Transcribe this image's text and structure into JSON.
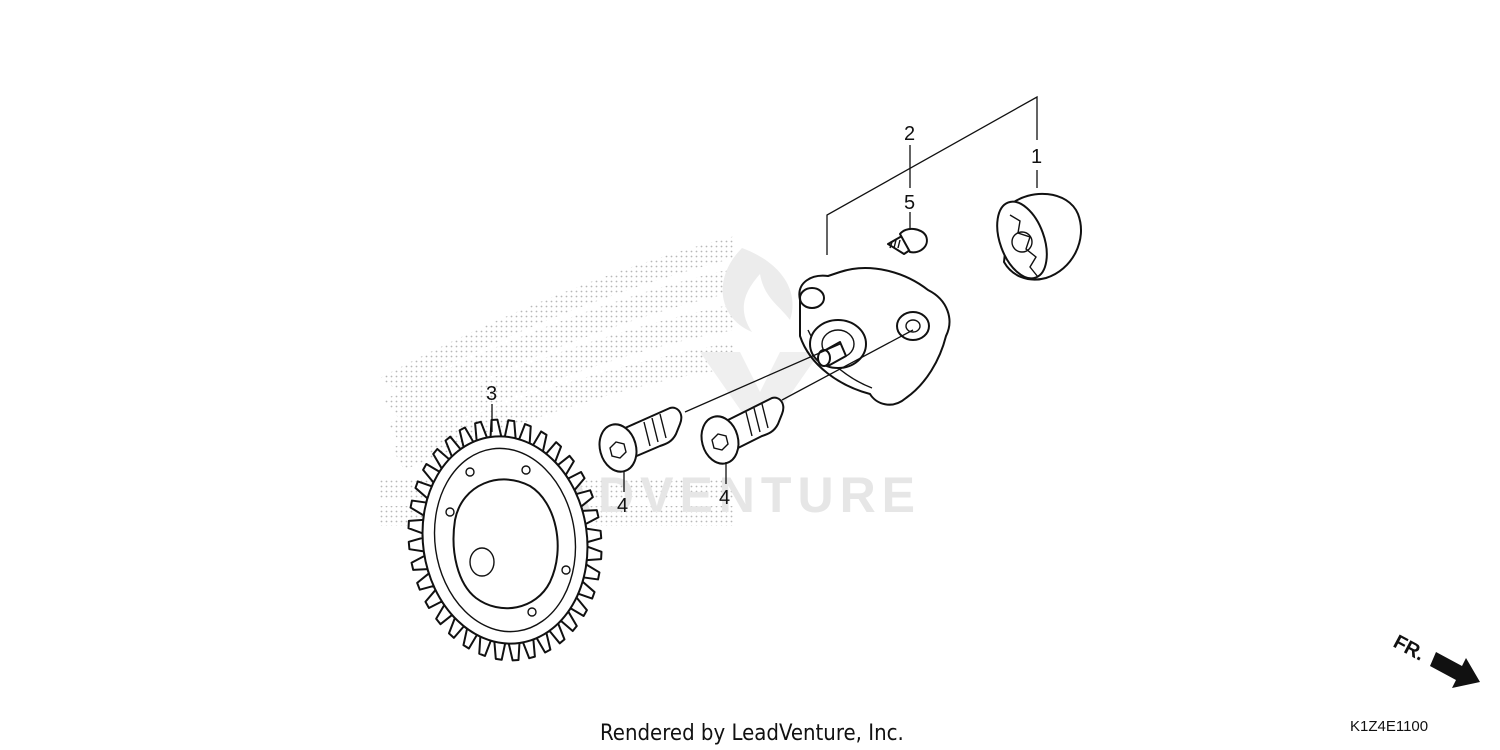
{
  "callouts": {
    "part_1": "1",
    "part_2": "2",
    "part_3": "3",
    "part_4a": "4",
    "part_4b": "4",
    "part_5": "5"
  },
  "watermark": {
    "brand_text": "LEADVENTURE"
  },
  "direction_marker": {
    "label": "FR."
  },
  "footer": {
    "rendered_by": "Rendered by LeadVenture, Inc.",
    "diagram_code": "K1Z4E1100"
  }
}
